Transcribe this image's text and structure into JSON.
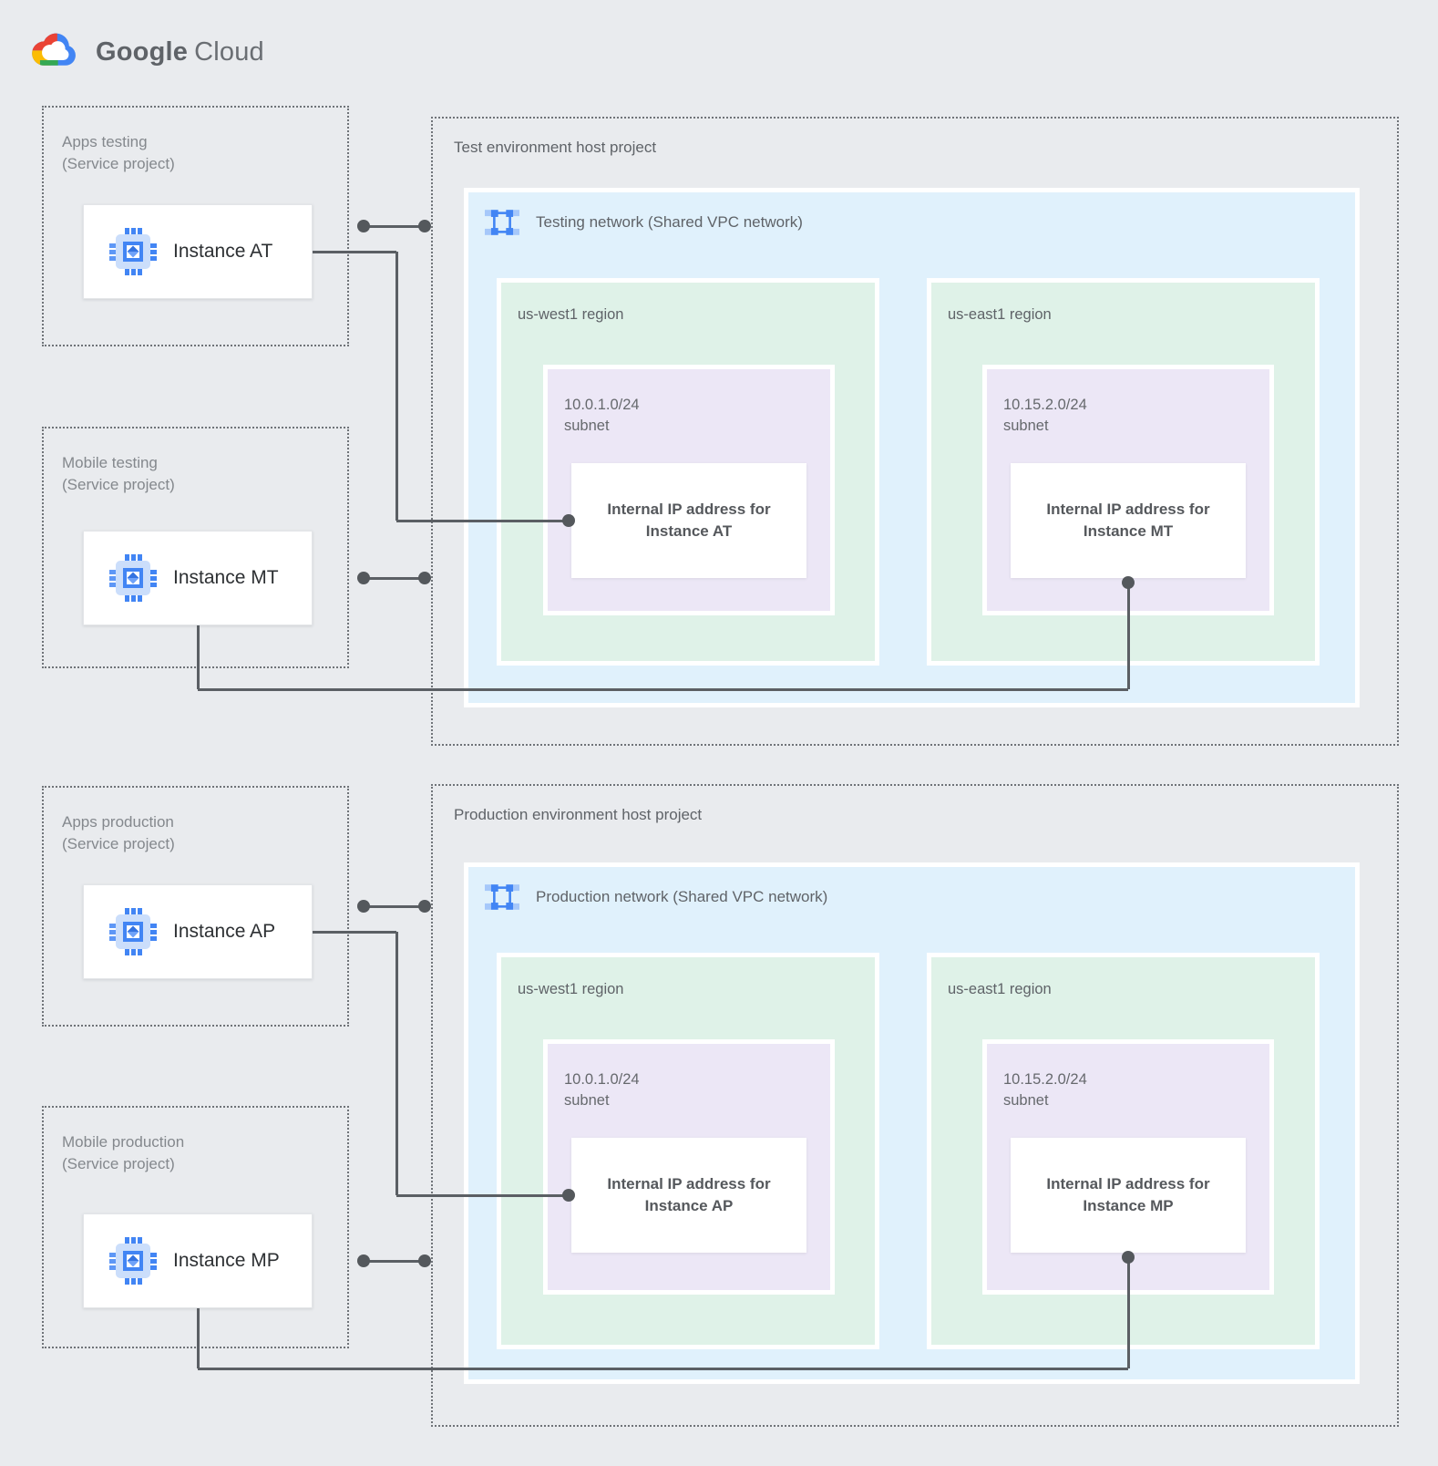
{
  "logo": {
    "brand": "Google",
    "product": "Cloud"
  },
  "colors": {
    "page_background": "#E9EBEE",
    "network_fill": "#E0F1FC",
    "region_fill": "#DFF2E8",
    "subnet_fill": "#ECE7F6",
    "connector": "#5B5F64",
    "dashed_border": "#6F7378",
    "google_blue": "#4285F4",
    "google_red": "#EA4335",
    "google_yellow": "#FBBC04",
    "google_green": "#34A853"
  },
  "service_projects": [
    {
      "title": "Apps testing",
      "subtitle": "(Service project)",
      "instance": "Instance AT"
    },
    {
      "title": "Mobile testing",
      "subtitle": "(Service project)",
      "instance": "Instance MT"
    },
    {
      "title": "Apps production",
      "subtitle": "(Service project)",
      "instance": "Instance AP"
    },
    {
      "title": "Mobile production",
      "subtitle": "(Service project)",
      "instance": "Instance MP"
    }
  ],
  "host_projects": [
    {
      "title": "Test environment host project",
      "network_label": "Testing network (Shared VPC network)",
      "regions": [
        {
          "name": "us-west1 region",
          "subnet_cidr": "10.0.1.0/24",
          "subnet_word": "subnet",
          "ip_line1": "Internal IP address for",
          "ip_line2": "Instance AT"
        },
        {
          "name": "us-east1 region",
          "subnet_cidr": "10.15.2.0/24",
          "subnet_word": "subnet",
          "ip_line1": "Internal IP address for",
          "ip_line2": "Instance MT"
        }
      ]
    },
    {
      "title": "Production environment host project",
      "network_label": "Production network (Shared VPC network)",
      "regions": [
        {
          "name": "us-west1 region",
          "subnet_cidr": "10.0.1.0/24",
          "subnet_word": "subnet",
          "ip_line1": "Internal IP address for",
          "ip_line2": "Instance AP"
        },
        {
          "name": "us-east1 region",
          "subnet_cidr": "10.15.2.0/24",
          "subnet_word": "subnet",
          "ip_line1": "Internal IP address for",
          "ip_line2": "Instance MP"
        }
      ]
    }
  ],
  "icons": {
    "logo": "google-cloud-logo",
    "network": "vpc-network-icon",
    "instance": "compute-instance-icon"
  }
}
